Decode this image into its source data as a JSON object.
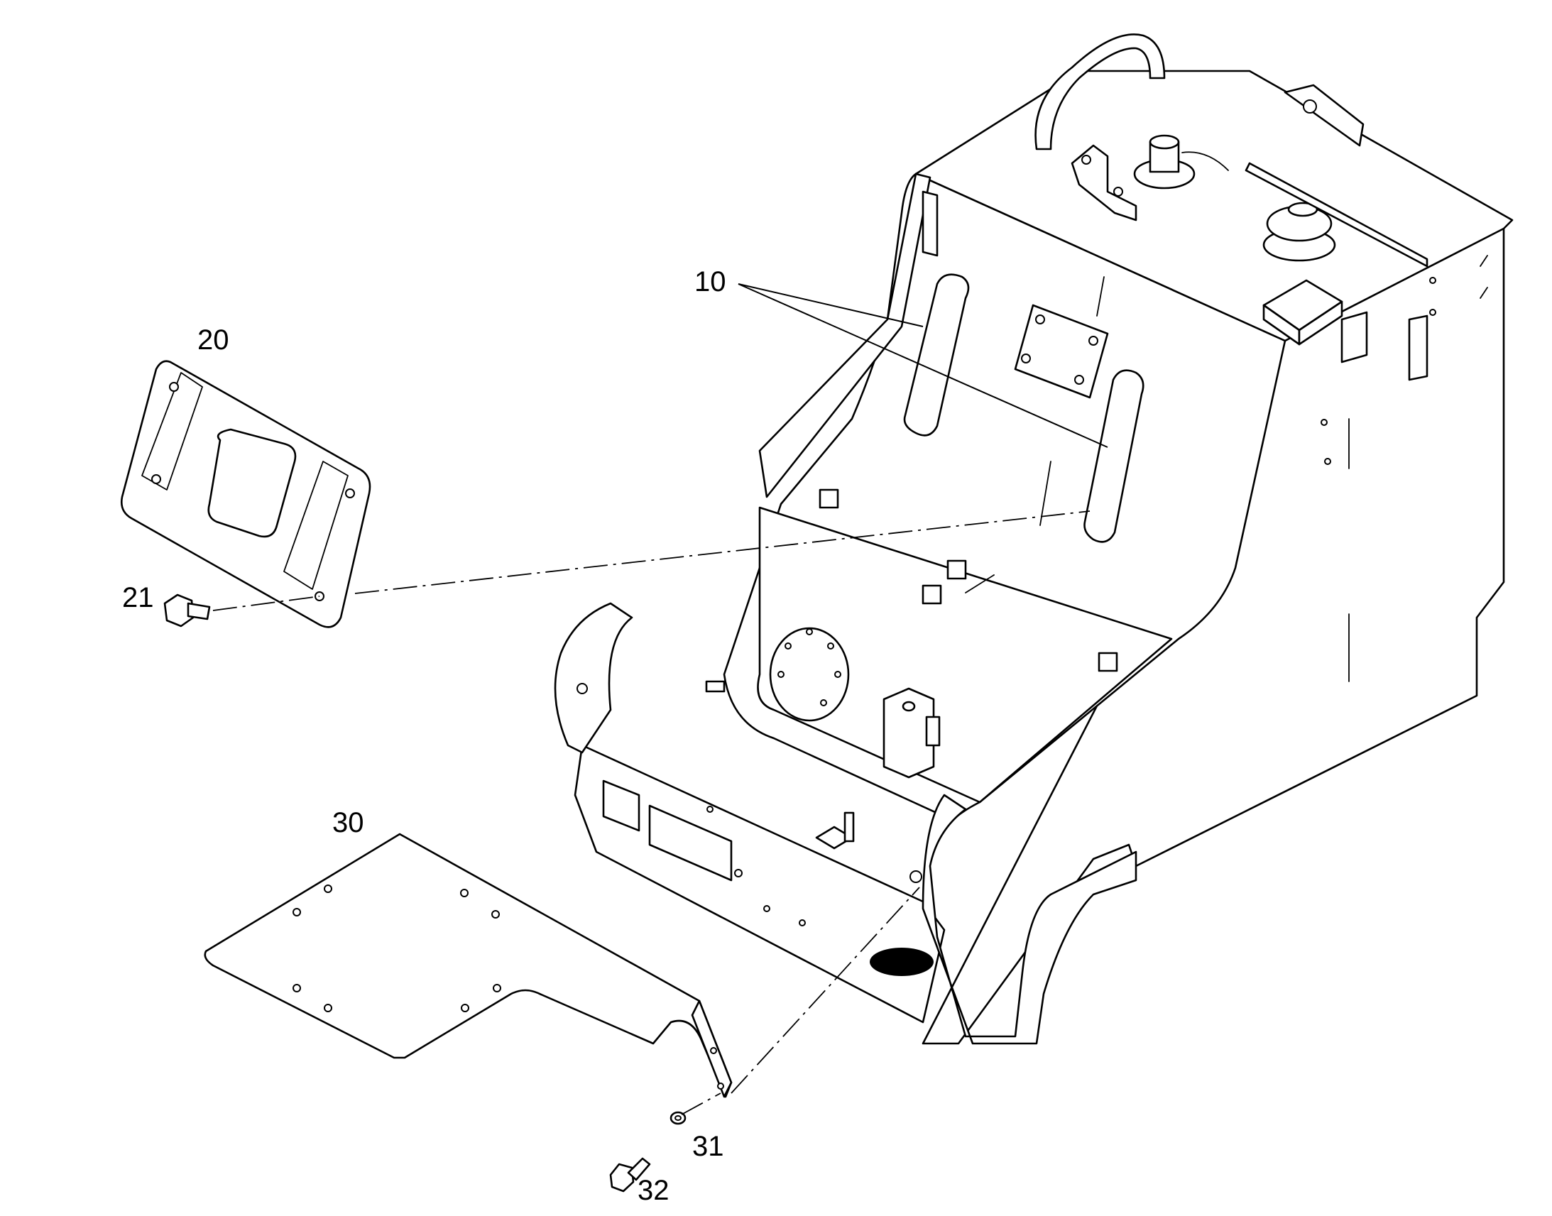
{
  "callouts": [
    {
      "id": "10",
      "text": "10"
    },
    {
      "id": "20",
      "text": "20"
    },
    {
      "id": "21",
      "text": "21"
    },
    {
      "id": "30",
      "text": "30"
    },
    {
      "id": "31",
      "text": "31"
    },
    {
      "id": "32",
      "text": "32"
    }
  ],
  "colors": {
    "line": "#000000",
    "background": "#ffffff"
  }
}
